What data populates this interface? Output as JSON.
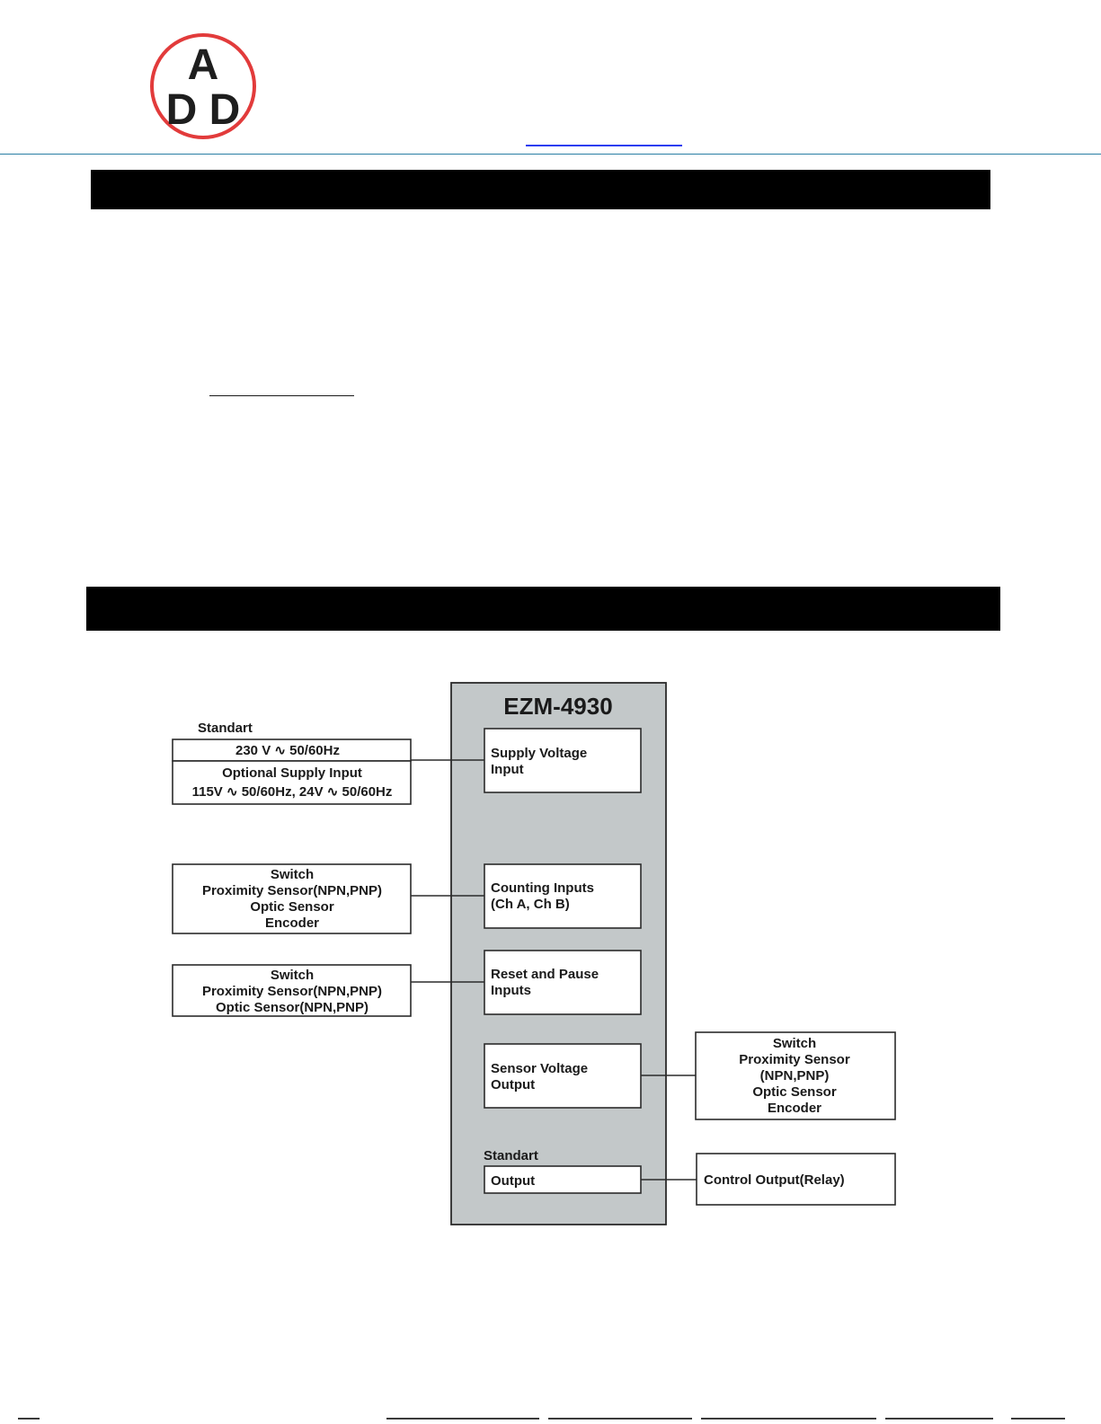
{
  "logo": {
    "top_letter": "A",
    "bottom_letters": "D D",
    "ring_color": "#e23b3b"
  },
  "diagram": {
    "device_title": "EZM-4930",
    "standart_label": "Standart",
    "supply_standard": "230 V ∿  50/60Hz",
    "supply_optional_title": "Optional Supply Input",
    "supply_optional_values": "115V ∿ 50/60Hz, 24V ∿ 50/60Hz",
    "inner_blocks": {
      "supply": [
        "Supply Voltage",
        "Input"
      ],
      "counting": [
        "Counting Inputs",
        "(Ch A, Ch B)"
      ],
      "reset": [
        "Reset and Pause",
        "Inputs"
      ],
      "sensor": [
        "Sensor Voltage",
        "Output"
      ],
      "output_label": "Standart",
      "output": "Output"
    },
    "left_blocks": {
      "counting_sources": [
        "Switch",
        "Proximity Sensor(NPN,PNP)",
        "Optic Sensor",
        "Encoder"
      ],
      "reset_sources": [
        "Switch",
        "Proximity Sensor(NPN,PNP)",
        "Optic Sensor(NPN,PNP)"
      ]
    },
    "right_blocks": {
      "sensor_targets": [
        "Switch",
        "Proximity Sensor",
        "(NPN,PNP)",
        "Optic Sensor",
        "Encoder"
      ],
      "control_output": "Control Output(Relay)"
    },
    "colors": {
      "device_fill": "#c3c8c9",
      "line": "#2b2b2b"
    }
  }
}
